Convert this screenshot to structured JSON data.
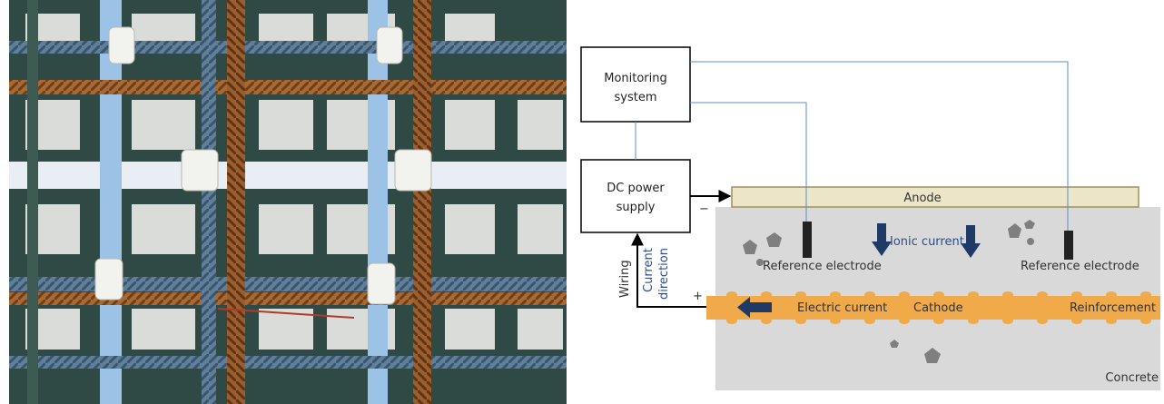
{
  "photo": {
    "alt": ""
  },
  "diagram": {
    "monitoring_line1": "Monitoring",
    "monitoring_line2": "system",
    "dc_line1": "DC power",
    "dc_line2": "supply",
    "minus_sign": "−",
    "plus_sign": "+",
    "wiring_label": "Wiring",
    "current_direction_line1": "Current",
    "current_direction_line2": "direction",
    "anode_label": "Anode",
    "ionic_current_label": "Ionic current",
    "reference_electrode_left": "Reference electrode",
    "reference_electrode_right": "Reference electrode",
    "electric_current_label": "Electric current",
    "cathode_label": "Cathode",
    "reinforcement_label": "Reinforcement",
    "concrete_label": "Concrete",
    "colors": {
      "anode_fill": "#ebe6c8",
      "anode_stroke": "#a0905a",
      "concrete_fill": "#d9d9d9",
      "rebar_fill": "#f0aa4a",
      "arrow_blue": "#1f3a66",
      "wire_blue": "#5b8fc7",
      "ionic_text": "#2b4e8c"
    }
  }
}
